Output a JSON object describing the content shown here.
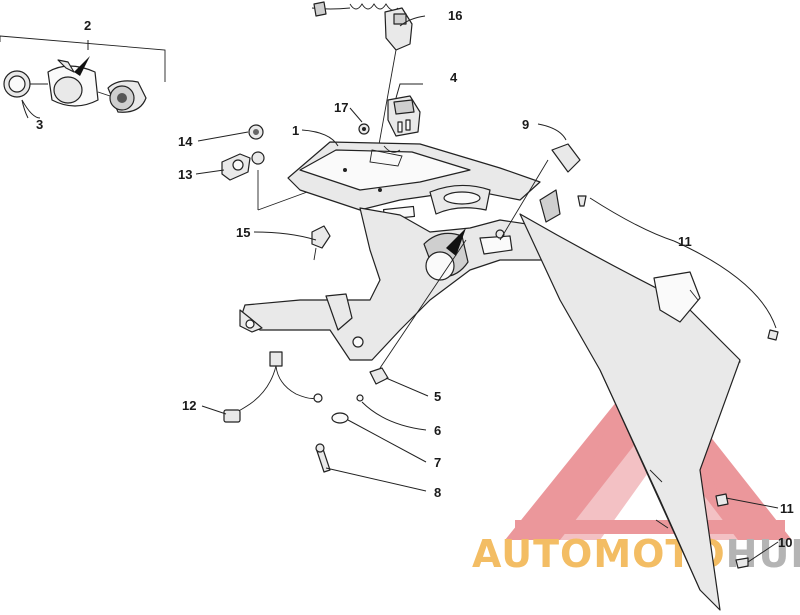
{
  "callouts": {
    "c1": "1",
    "c2": "2",
    "c3": "3",
    "c4": "4",
    "c5": "5",
    "c6": "6",
    "c7": "7",
    "c8": "8",
    "c9": "9",
    "c10": "10",
    "c11a": "11",
    "c11b": "11",
    "c12": "12",
    "c13": "13",
    "c14": "14",
    "c15": "15",
    "c16": "16",
    "c17": "17"
  },
  "watermark": {
    "logo_text": "AUTOMOTOHUB",
    "part_a": "AUTOMOTO",
    "part_b": "HUB",
    "colors": {
      "triangle": "#e8868a",
      "orange": "#f2b24a",
      "gray": "#a7a7a7"
    }
  }
}
